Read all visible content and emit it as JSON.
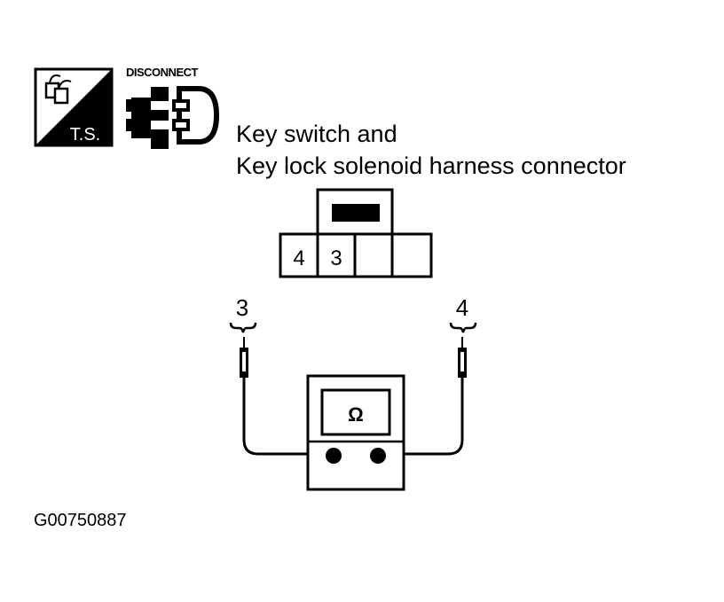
{
  "icons": {
    "ts_badge": {
      "name": "ts-tool-icon",
      "label": "T.S."
    },
    "disconnect": {
      "name": "disconnect-connector-icon",
      "label": "DISCONNECT"
    }
  },
  "title": {
    "line1": "Key switch and",
    "line2": "Key lock solenoid harness connector"
  },
  "connector": {
    "terminals": [
      "4",
      "3",
      "",
      ""
    ]
  },
  "probes": {
    "left_terminal": "3",
    "right_terminal": "4"
  },
  "meter": {
    "symbol": "Ω",
    "icon": "ohmmeter-icon"
  },
  "figure_id": "G00750887",
  "colors": {
    "ink": "#000000",
    "paper": "#ffffff"
  }
}
